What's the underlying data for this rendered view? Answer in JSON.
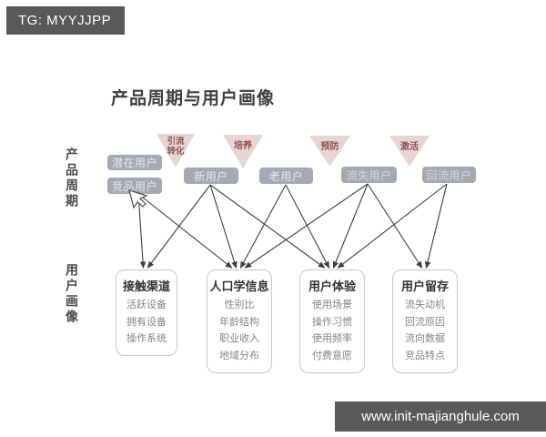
{
  "colors": {
    "overlay_bar_bg": "#595959",
    "stage_box_fill": "#a6a9b3",
    "triangle_fill": "#e7d4d4",
    "triangle_text": "#8f5252",
    "connection_line": "#3f3f3f"
  },
  "header_badge": {
    "text": "TG: MYYJJPP"
  },
  "watermark_bar": {
    "text": "www.init-majianghule.com"
  },
  "diagram": {
    "title": "产品周期与用户画像",
    "row_labels": {
      "lifecycle": "产品周期",
      "persona": "用户画像"
    },
    "transitions": [
      {
        "lines": [
          "引流",
          "转化"
        ]
      },
      {
        "lines": [
          "培养"
        ]
      },
      {
        "lines": [
          "预防"
        ]
      },
      {
        "lines": [
          "激活"
        ]
      }
    ],
    "stages": [
      {
        "label": "潜在用户"
      },
      {
        "label": "竞品用户"
      },
      {
        "label": "新用户"
      },
      {
        "label": "老用户"
      },
      {
        "label": "流失用户"
      },
      {
        "label": "回流用户"
      }
    ],
    "personas": [
      {
        "title": "接触渠道",
        "items": [
          "活跃设备",
          "拥有设备",
          "操作系统"
        ]
      },
      {
        "title": "人口学信息",
        "items": [
          "性别比",
          "年龄结构",
          "职业收入",
          "地域分布"
        ]
      },
      {
        "title": "用户体验",
        "items": [
          "使用场景",
          "操作习惯",
          "使用频率",
          "付费意愿"
        ]
      },
      {
        "title": "用户留存",
        "items": [
          "流失动机",
          "回流原因",
          "流向数据",
          "竞品特点"
        ]
      }
    ],
    "connections": [
      {
        "from": "竞品用户",
        "to": "接触渠道"
      },
      {
        "from": "竞品用户",
        "to": "人口学信息"
      },
      {
        "from": "新用户",
        "to": "接触渠道"
      },
      {
        "from": "新用户",
        "to": "人口学信息"
      },
      {
        "from": "新用户",
        "to": "用户体验"
      },
      {
        "from": "老用户",
        "to": "人口学信息"
      },
      {
        "from": "老用户",
        "to": "用户体验"
      },
      {
        "from": "流失用户",
        "to": "人口学信息"
      },
      {
        "from": "流失用户",
        "to": "用户体验"
      },
      {
        "from": "流失用户",
        "to": "用户留存"
      },
      {
        "from": "回流用户",
        "to": "用户体验"
      },
      {
        "from": "回流用户",
        "to": "用户留存"
      }
    ]
  }
}
